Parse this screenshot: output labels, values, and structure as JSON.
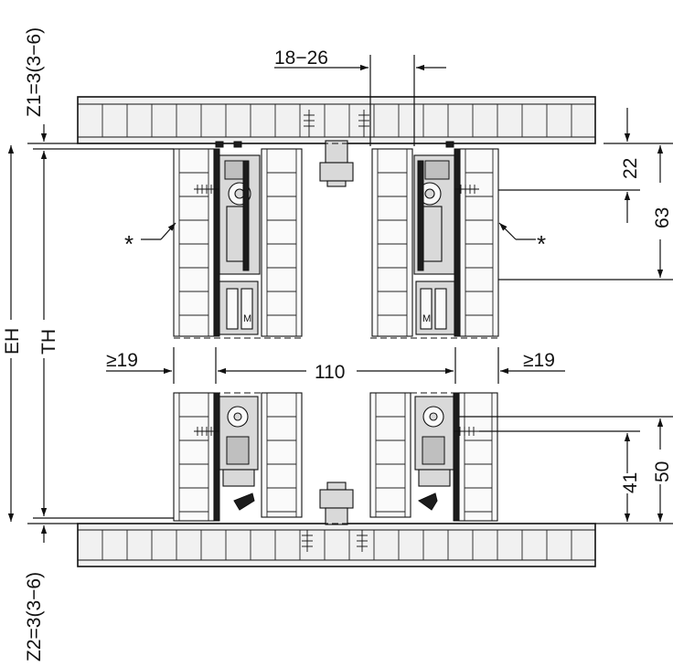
{
  "drawing": {
    "labels": {
      "z1": "Z1=3(3−6)",
      "z2": "Z2=3(3−6)",
      "eh": "EH",
      "th": "TH",
      "gap": "18−26",
      "top_22": "22",
      "top_63": "63",
      "bottom_41": "41",
      "bottom_50": "50",
      "width_110": "110",
      "min_left": "≥19",
      "min_right": "≥19",
      "star_left": "*",
      "star_right": "*",
      "m_mark_left": "M",
      "m_mark_right": "M"
    },
    "colors": {
      "line": "#111111",
      "board_fill": "#f1f1f1",
      "part_fill": "#d9d9d9",
      "dark_fill": "#1c1c1c"
    }
  }
}
